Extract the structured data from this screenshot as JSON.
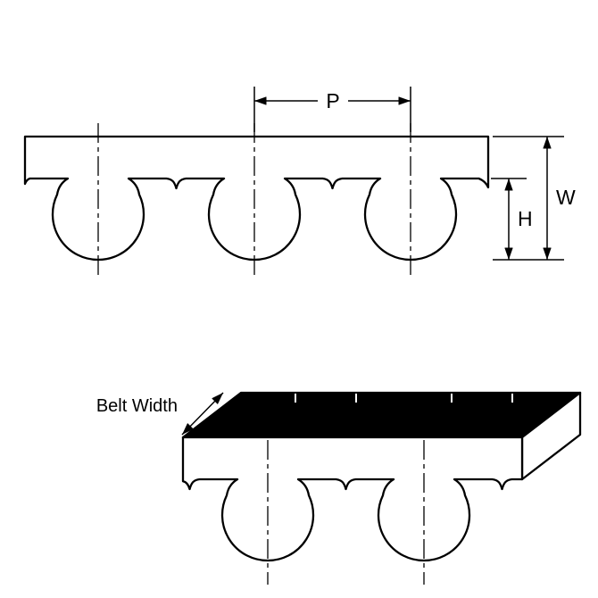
{
  "labels": {
    "pitch": "P",
    "width": "W",
    "height": "H",
    "belt_width": "Belt Width"
  },
  "colors": {
    "line": "#000000",
    "surface_fill": "#ffffff",
    "top_face": "#000000",
    "background": "#ffffff"
  }
}
